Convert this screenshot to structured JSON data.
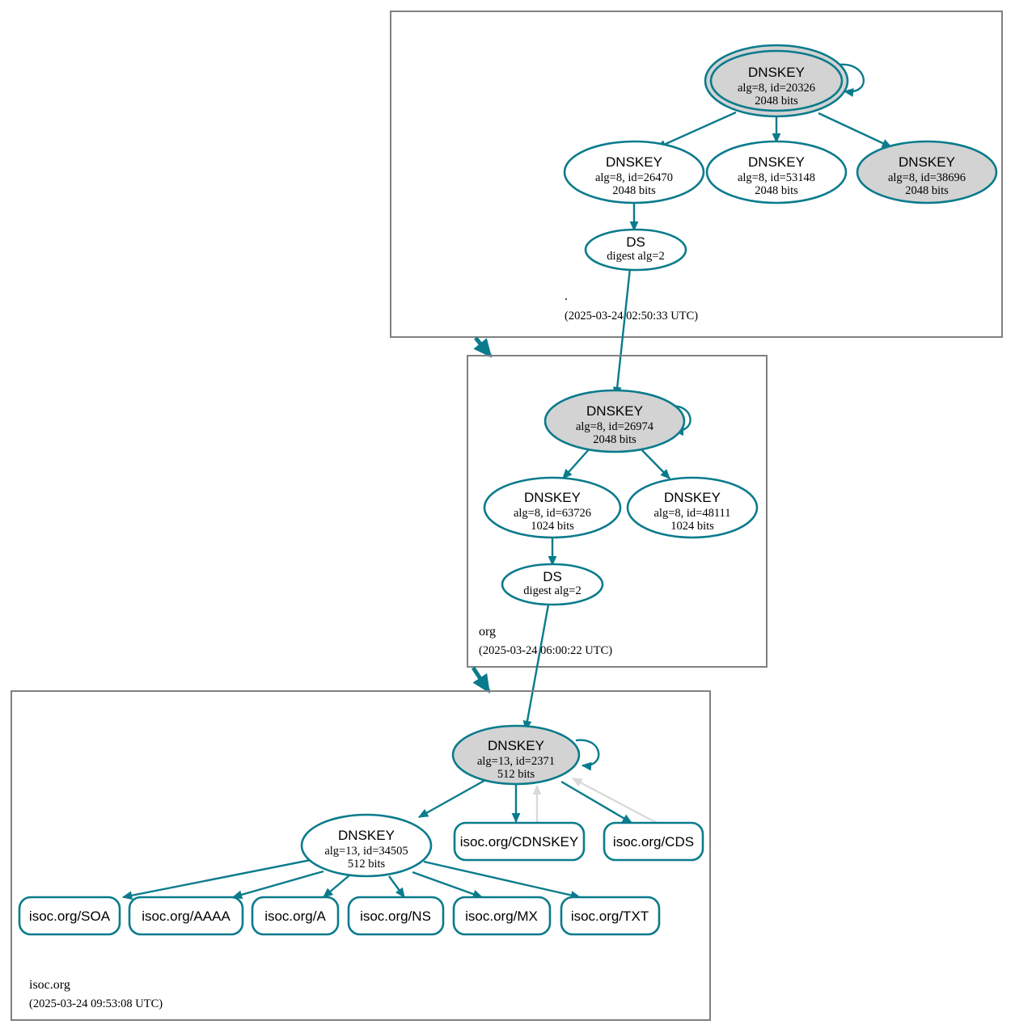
{
  "diagram": {
    "kind": "dnssec-authentication-chain",
    "title": "DNSSEC chain of trust for isoc.org"
  },
  "zones": [
    {
      "id": "root",
      "name": ".",
      "timestamp": "(2025-03-24 02:50:33 UTC)",
      "nodes": [
        {
          "id": "root-ksk",
          "type": "DNSKEY",
          "label": "DNSKEY",
          "line2": "alg=8, id=20326",
          "line3": "2048 bits",
          "style": "trust-anchor-secure",
          "self_signed": true
        },
        {
          "id": "root-zsk-26470",
          "type": "DNSKEY",
          "label": "DNSKEY",
          "line2": "alg=8, id=26470",
          "line3": "2048 bits",
          "style": "plain",
          "self_signed": false
        },
        {
          "id": "root-zsk-53148",
          "type": "DNSKEY",
          "label": "DNSKEY",
          "line2": "alg=8, id=53148",
          "line3": "2048 bits",
          "style": "plain",
          "self_signed": false
        },
        {
          "id": "root-key-38696",
          "type": "DNSKEY",
          "label": "DNSKEY",
          "line2": "alg=8, id=38696",
          "line3": "2048 bits",
          "style": "secure",
          "self_signed": false
        },
        {
          "id": "root-ds-org",
          "type": "DS",
          "label": "DS",
          "line2": "digest alg=2",
          "style": "plain"
        }
      ]
    },
    {
      "id": "org",
      "name": "org",
      "timestamp": "(2025-03-24 06:00:22 UTC)",
      "nodes": [
        {
          "id": "org-ksk",
          "type": "DNSKEY",
          "label": "DNSKEY",
          "line2": "alg=8, id=26974",
          "line3": "2048 bits",
          "style": "secure",
          "self_signed": true
        },
        {
          "id": "org-zsk-63726",
          "type": "DNSKEY",
          "label": "DNSKEY",
          "line2": "alg=8, id=63726",
          "line3": "1024 bits",
          "style": "plain",
          "self_signed": false
        },
        {
          "id": "org-zsk-48111",
          "type": "DNSKEY",
          "label": "DNSKEY",
          "line2": "alg=8, id=48111",
          "line3": "1024 bits",
          "style": "plain",
          "self_signed": false
        },
        {
          "id": "org-ds-isoc",
          "type": "DS",
          "label": "DS",
          "line2": "digest alg=2",
          "style": "plain"
        }
      ]
    },
    {
      "id": "isoc",
      "name": "isoc.org",
      "timestamp": "(2025-03-24 09:53:08 UTC)",
      "nodes": [
        {
          "id": "isoc-ksk",
          "type": "DNSKEY",
          "label": "DNSKEY",
          "line2": "alg=13, id=2371",
          "line3": "512 bits",
          "style": "secure",
          "self_signed": true
        },
        {
          "id": "isoc-zsk",
          "type": "DNSKEY",
          "label": "DNSKEY",
          "line2": "alg=13, id=34505",
          "line3": "512 bits",
          "style": "plain",
          "self_signed": false
        }
      ],
      "rrsets": [
        {
          "id": "rr-cdnskey",
          "label": "isoc.org/CDNSKEY"
        },
        {
          "id": "rr-cds",
          "label": "isoc.org/CDS"
        },
        {
          "id": "rr-soa",
          "label": "isoc.org/SOA"
        },
        {
          "id": "rr-aaaa",
          "label": "isoc.org/AAAA"
        },
        {
          "id": "rr-a",
          "label": "isoc.org/A"
        },
        {
          "id": "rr-ns",
          "label": "isoc.org/NS"
        },
        {
          "id": "rr-mx",
          "label": "isoc.org/MX"
        },
        {
          "id": "rr-txt",
          "label": "isoc.org/TXT"
        }
      ]
    }
  ],
  "colors": {
    "accent_teal": "#0a7b8c",
    "secure_fill": "#d3d3d3",
    "zone_border": "#808080",
    "faded_edge": "#d9d9d9",
    "background": "#ffffff"
  }
}
